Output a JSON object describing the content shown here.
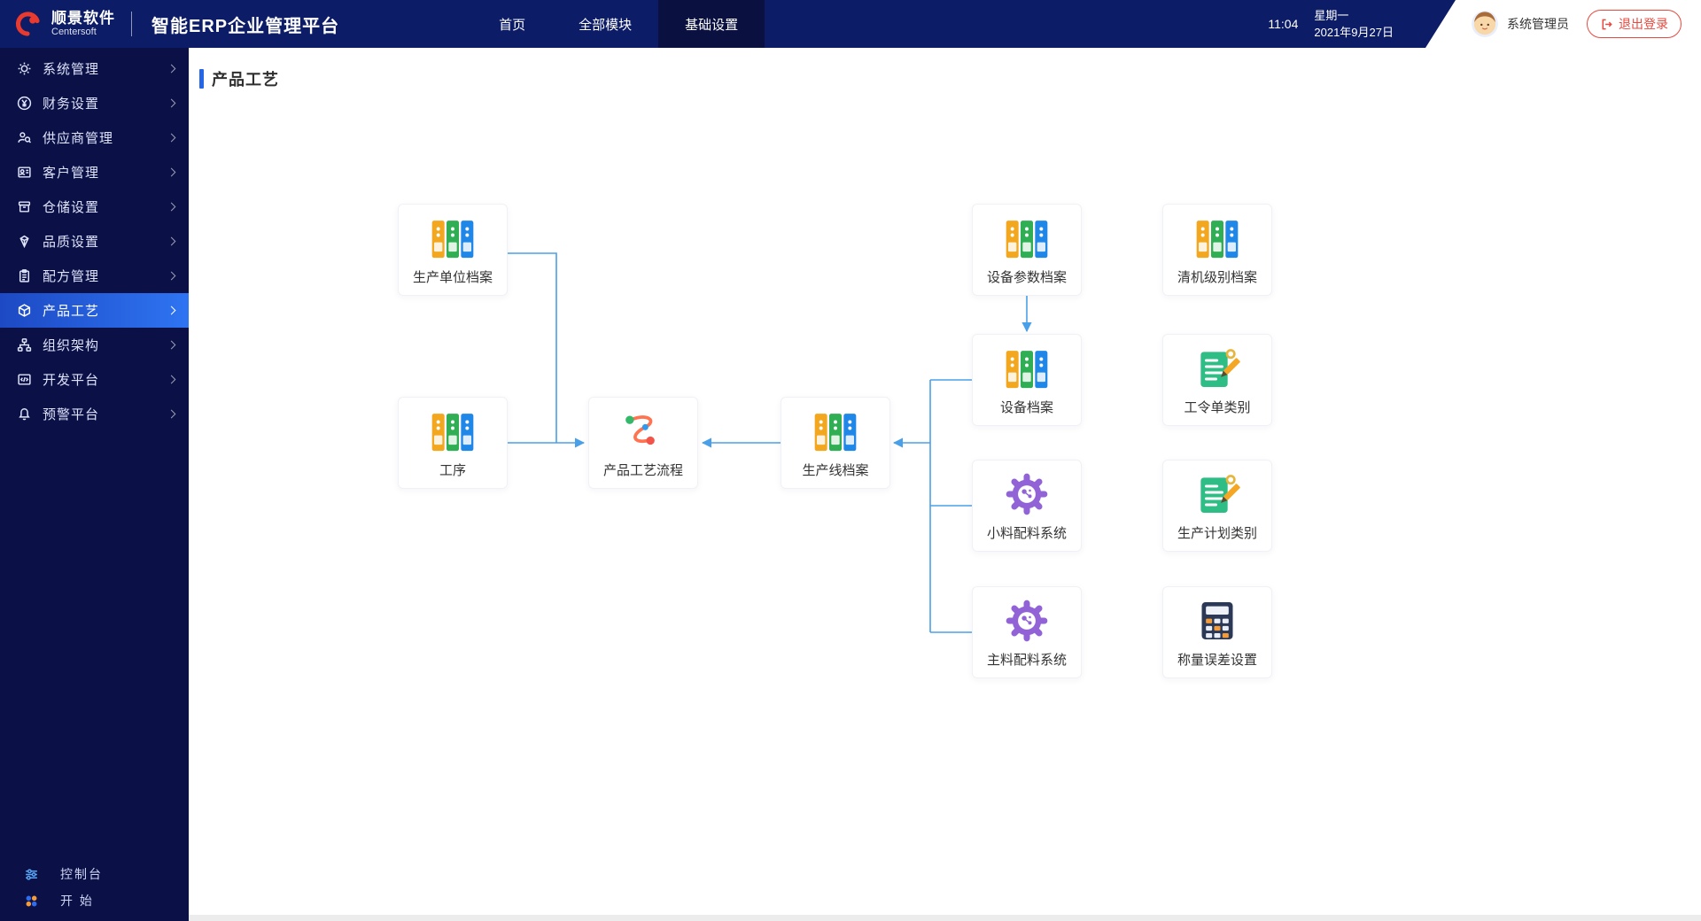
{
  "header": {
    "brand": "顺景软件",
    "brand_sub": "Centersoft",
    "app_title": "智能ERP企业管理平台",
    "nav": [
      {
        "label": "首页",
        "active": false
      },
      {
        "label": "全部模块",
        "active": false
      },
      {
        "label": "基础设置",
        "active": true
      }
    ],
    "time": "11:04",
    "weekday": "星期一",
    "date": "2021年9月27日",
    "username": "系统管理员",
    "logout_label": "退出登录",
    "accent_red": "#e8493f",
    "header_bg": "#0c1c66"
  },
  "sidebar": {
    "items": [
      {
        "label": "系统管理",
        "icon": "gear-icon",
        "active": false
      },
      {
        "label": "财务设置",
        "icon": "yen-icon",
        "active": false
      },
      {
        "label": "供应商管理",
        "icon": "supplier-search-icon",
        "active": false
      },
      {
        "label": "客户管理",
        "icon": "customer-icon",
        "active": false
      },
      {
        "label": "仓储设置",
        "icon": "warehouse-icon",
        "active": false
      },
      {
        "label": "品质设置",
        "icon": "quality-icon",
        "active": false
      },
      {
        "label": "配方管理",
        "icon": "recipe-icon",
        "active": false
      },
      {
        "label": "产品工艺",
        "icon": "cube-icon",
        "active": true
      },
      {
        "label": "组织架构",
        "icon": "org-chart-icon",
        "active": false
      },
      {
        "label": "开发平台",
        "icon": "code-icon",
        "active": false
      },
      {
        "label": "预警平台",
        "icon": "bell-icon",
        "active": false
      }
    ],
    "footer_items": [
      {
        "label": "控制台",
        "icon": "console-icon"
      },
      {
        "label": "开 始",
        "icon": "start-icon"
      }
    ],
    "active_color": "#2e74f2"
  },
  "main": {
    "page_title": "产品工艺",
    "connector_color": "#4aa0e8",
    "flow_nodes": [
      {
        "id": "production-unit-archive",
        "label": "生产单位档案",
        "icon": "binder-icon"
      },
      {
        "id": "process",
        "label": "工序",
        "icon": "binder-icon"
      },
      {
        "id": "product-craft-flow",
        "label": "产品工艺流程",
        "icon": "route-icon"
      },
      {
        "id": "production-line-archive",
        "label": "生产线档案",
        "icon": "binder-icon"
      },
      {
        "id": "equipment-param-archive",
        "label": "设备参数档案",
        "icon": "binder-icon"
      },
      {
        "id": "equipment-archive",
        "label": "设备档案",
        "icon": "binder-icon"
      },
      {
        "id": "small-material-batching-system",
        "label": "小料配料系统",
        "icon": "purple-gear-icon"
      },
      {
        "id": "main-material-batching-system",
        "label": "主料配料系统",
        "icon": "purple-gear-icon"
      },
      {
        "id": "cleaning-level-archive",
        "label": "清机级别档案",
        "icon": "binder-icon"
      },
      {
        "id": "work-order-category",
        "label": "工令单类别",
        "icon": "doc-pencil-icon"
      },
      {
        "id": "production-plan-category",
        "label": "生产计划类别",
        "icon": "doc-pencil-icon"
      },
      {
        "id": "weighing-error-setting",
        "label": "称量误差设置",
        "icon": "calculator-icon"
      }
    ]
  }
}
